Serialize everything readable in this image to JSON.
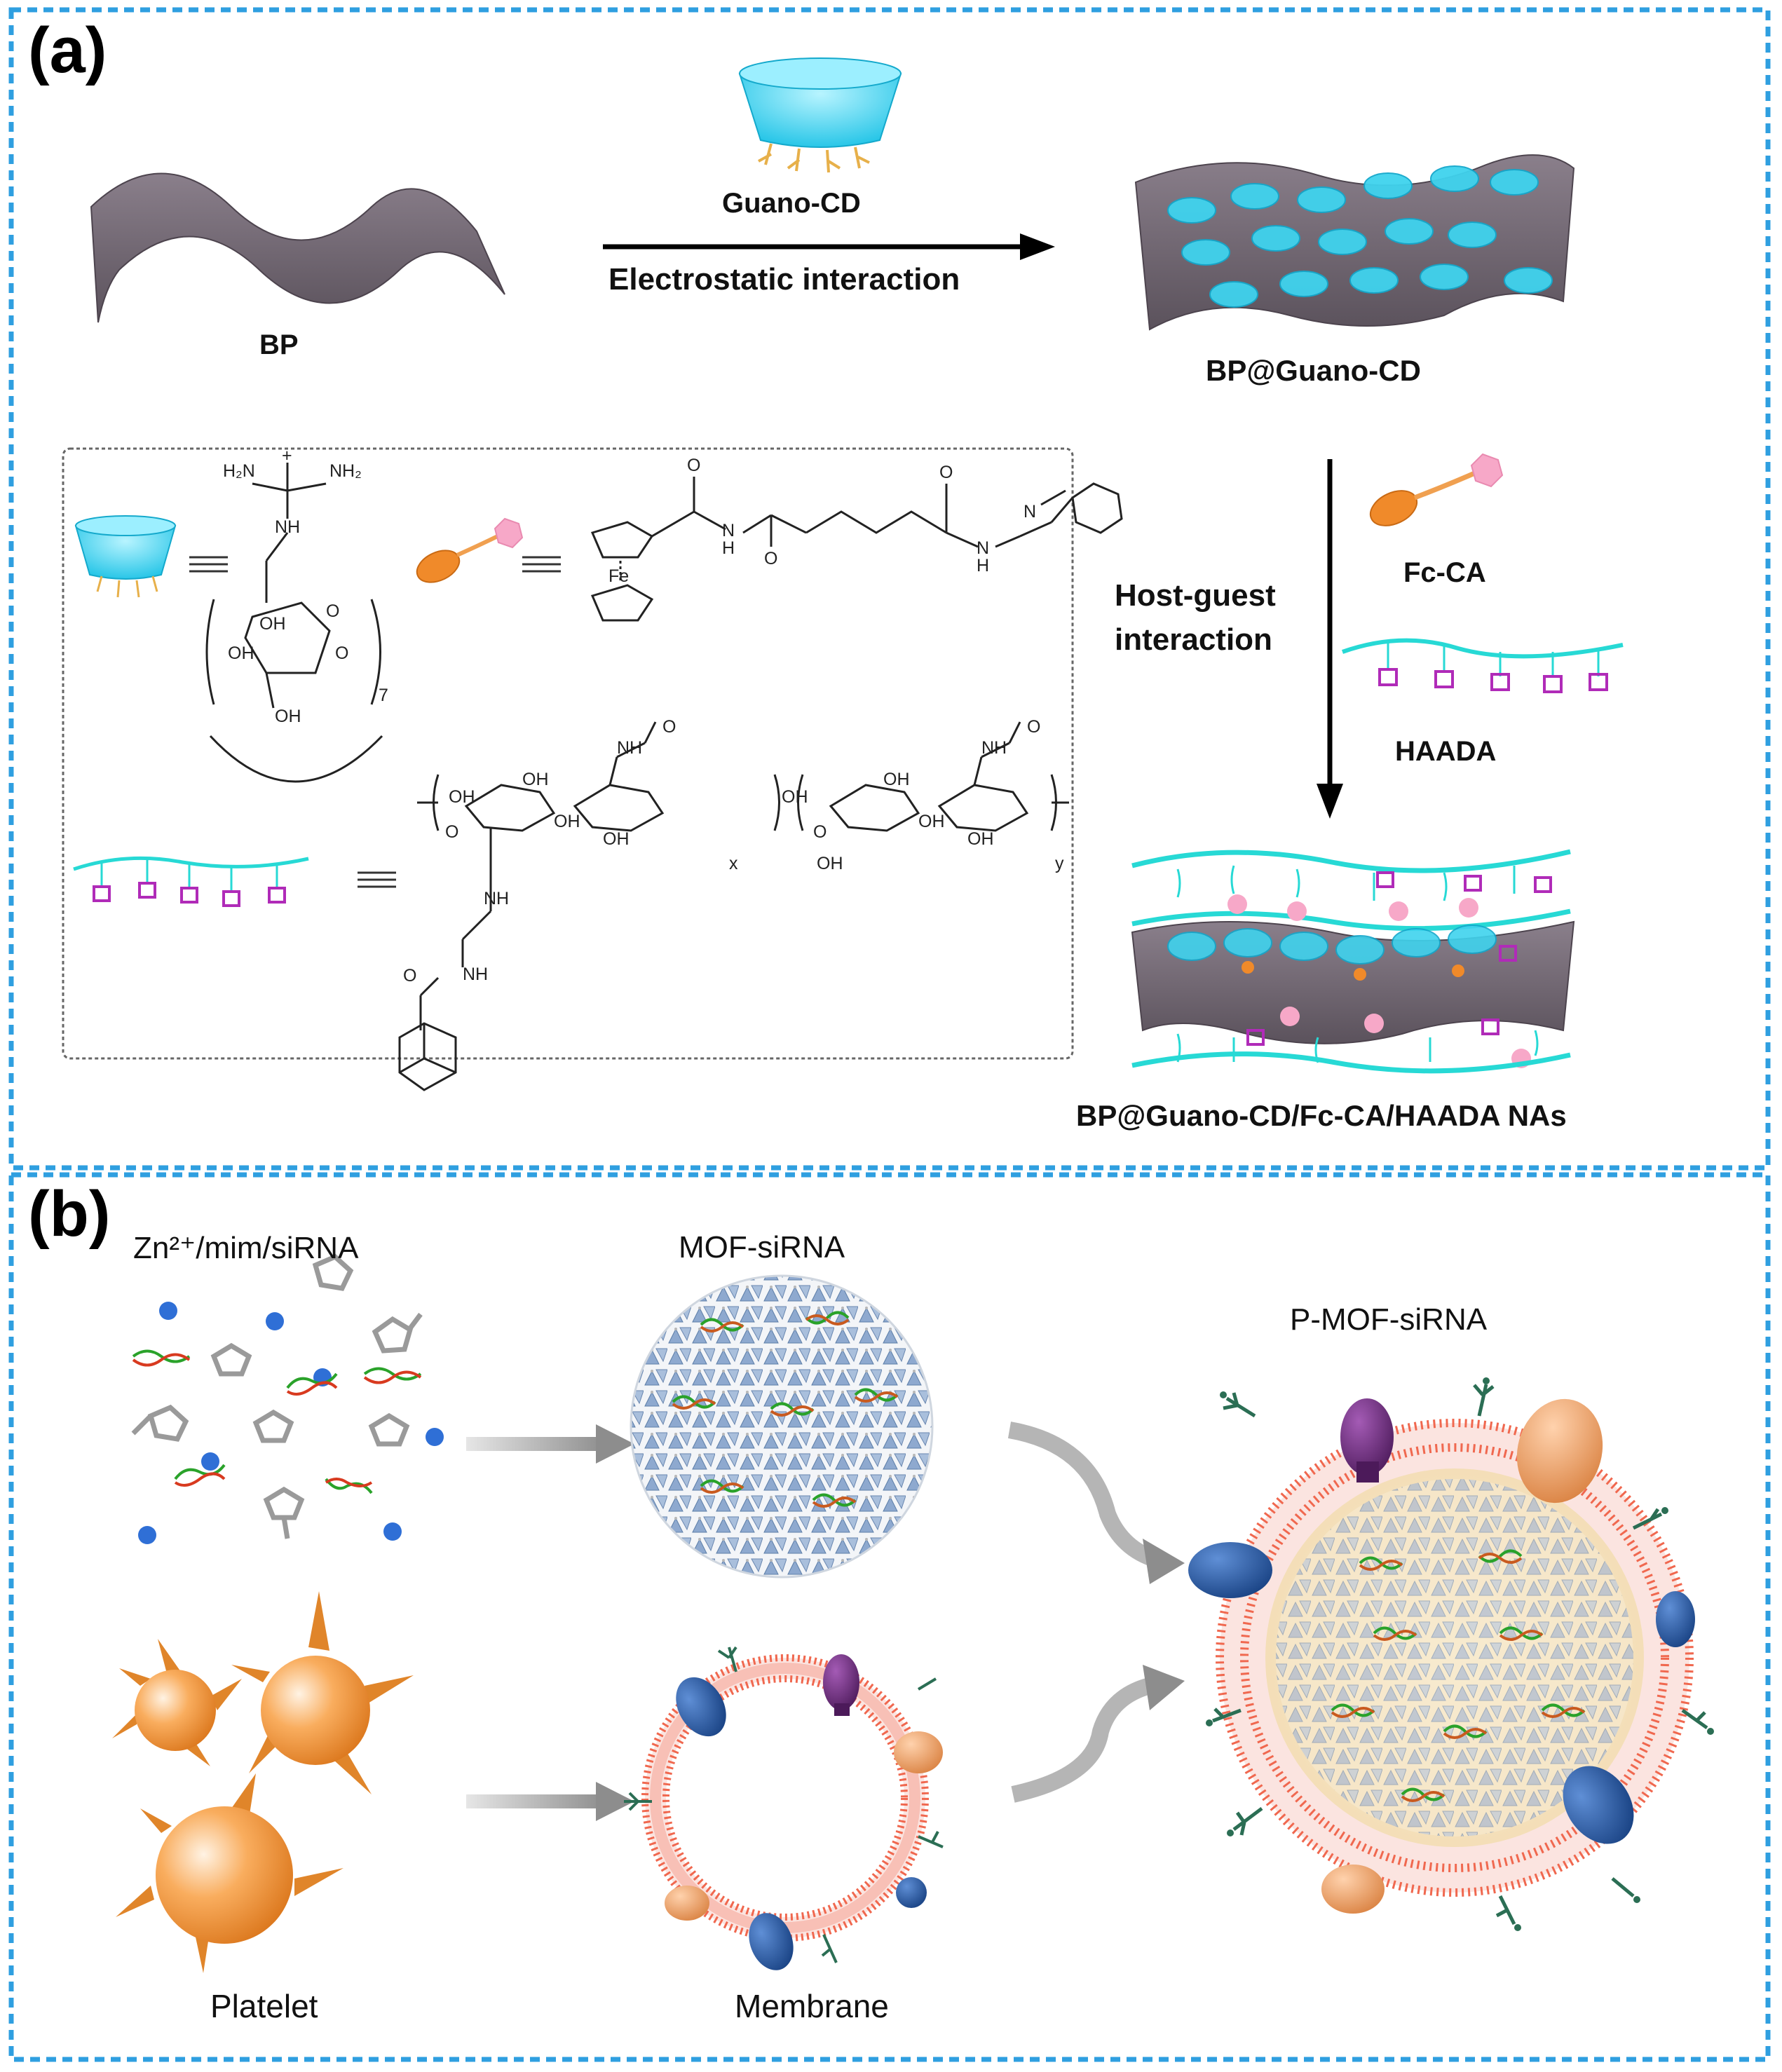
{
  "panel_a": {
    "tag": "(a)",
    "bp_label": "BP",
    "reagent_label": "Guano-CD",
    "arrow_label": "Electrostatic interaction",
    "product1_label": "BP@Guano-CD",
    "step2_label_line1": "Host-guest",
    "step2_label_line2": "interaction",
    "fc_label": "Fc-CA",
    "haada_label": "HAADA",
    "final_label": "BP@Guano-CD/Fc-CA/HAADA NAs",
    "chem": {
      "h2n": "H₂N",
      "nh2": "NH₂",
      "plus": "+",
      "nh": "NH",
      "oh": "OH",
      "o": "O",
      "n": "N",
      "h": "H",
      "fe": "Fe",
      "sub7": "7",
      "subx": "x",
      "suby": "y"
    }
  },
  "panel_b": {
    "tag": "(b)",
    "label_zn": "Zn²⁺/mim/siRNA",
    "label_mof": "MOF-siRNA",
    "label_pmof": "P-MOF-siRNA",
    "label_platelet": "Platelet",
    "label_membrane": "Membrane"
  },
  "colors": {
    "frame": "#2f9fe0",
    "bp_sheet": "#6f6570",
    "cd_cyan": "#49d9f2",
    "ferrocene_orange": "#f08a2a",
    "cinnamyl_pink": "#f7a8c8",
    "ha_chain": "#27d9d5",
    "adamantane_magenta": "#b02bb8",
    "platelet_orange": "#f49a3c",
    "membrane_red": "#f0684f",
    "protein_blue": "#1d4d97",
    "protein_purple": "#6b2a7a",
    "protein_peach": "#e89a62",
    "glycan_green": "#2b6e54"
  }
}
